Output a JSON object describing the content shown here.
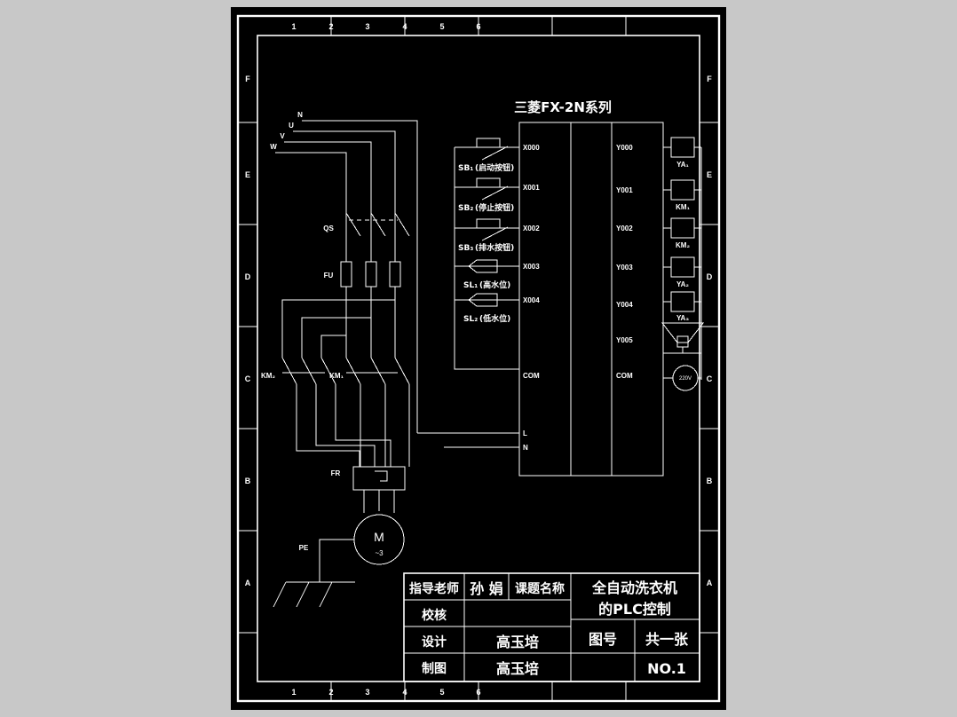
{
  "drawing": {
    "plc_title": "三菱FX-2N系列",
    "border": {
      "columns_top": [
        "1",
        "2",
        "3",
        "4",
        "5",
        "6"
      ],
      "columns_bottom": [
        "1",
        "2",
        "3",
        "4",
        "5",
        "6"
      ],
      "rows_left": [
        "F",
        "E",
        "D",
        "C",
        "B",
        "A"
      ],
      "rows_right": [
        "F",
        "E",
        "D",
        "C",
        "B",
        "A"
      ]
    },
    "power": {
      "lines": [
        "N",
        "U",
        "V",
        "W"
      ]
    },
    "power_circuit": {
      "disconnect": "QS",
      "fuse": "FU",
      "contactor_2": "KM₂",
      "contactor_1": "KM₁",
      "overload": "FR",
      "motor_symbol": "M",
      "motor_phases": "~3",
      "earth": "PE"
    },
    "plc": {
      "inputs": [
        {
          "terminal": "X000",
          "device": "SB₁",
          "desc": "(启动按钮)",
          "type": "pushbutton"
        },
        {
          "terminal": "X001",
          "device": "SB₂",
          "desc": "(停止按钮)",
          "type": "pushbutton"
        },
        {
          "terminal": "X002",
          "device": "SB₃",
          "desc": "(排水按钮)",
          "type": "pushbutton"
        },
        {
          "terminal": "X003",
          "device": "SL₁",
          "desc": "(高水位)",
          "type": "levelswitch"
        },
        {
          "terminal": "X004",
          "device": "SL₂",
          "desc": "(低水位)",
          "type": "levelswitch"
        }
      ],
      "input_common": "COM",
      "supply_terminals": [
        "L",
        "N"
      ],
      "outputs": [
        {
          "terminal": "Y000",
          "device": "YA₁",
          "type": "coil"
        },
        {
          "terminal": "Y001",
          "device": "KM₁",
          "type": "coil"
        },
        {
          "terminal": "Y002",
          "device": "KM₂",
          "type": "coil"
        },
        {
          "terminal": "Y003",
          "device": "YA₂",
          "type": "coil"
        },
        {
          "terminal": "Y004",
          "device": "YA₃",
          "type": "bell"
        },
        {
          "terminal": "Y005",
          "device": "",
          "type": "none"
        }
      ],
      "output_common": "COM",
      "supply_lamp": "220V"
    },
    "title_block": {
      "rows": [
        {
          "label": "指导老师",
          "value": "孙 娟"
        },
        {
          "label": "校核",
          "value": ""
        },
        {
          "label": "设计",
          "value": "高玉培"
        },
        {
          "label": "制图",
          "value": "高玉培"
        }
      ],
      "subject_label": "课题名称",
      "subject_line1": "全自动洗衣机",
      "subject_line2": "的PLC控制",
      "dwg_no_label": "图号",
      "sheets": "共一张",
      "number": "NO.1"
    }
  }
}
